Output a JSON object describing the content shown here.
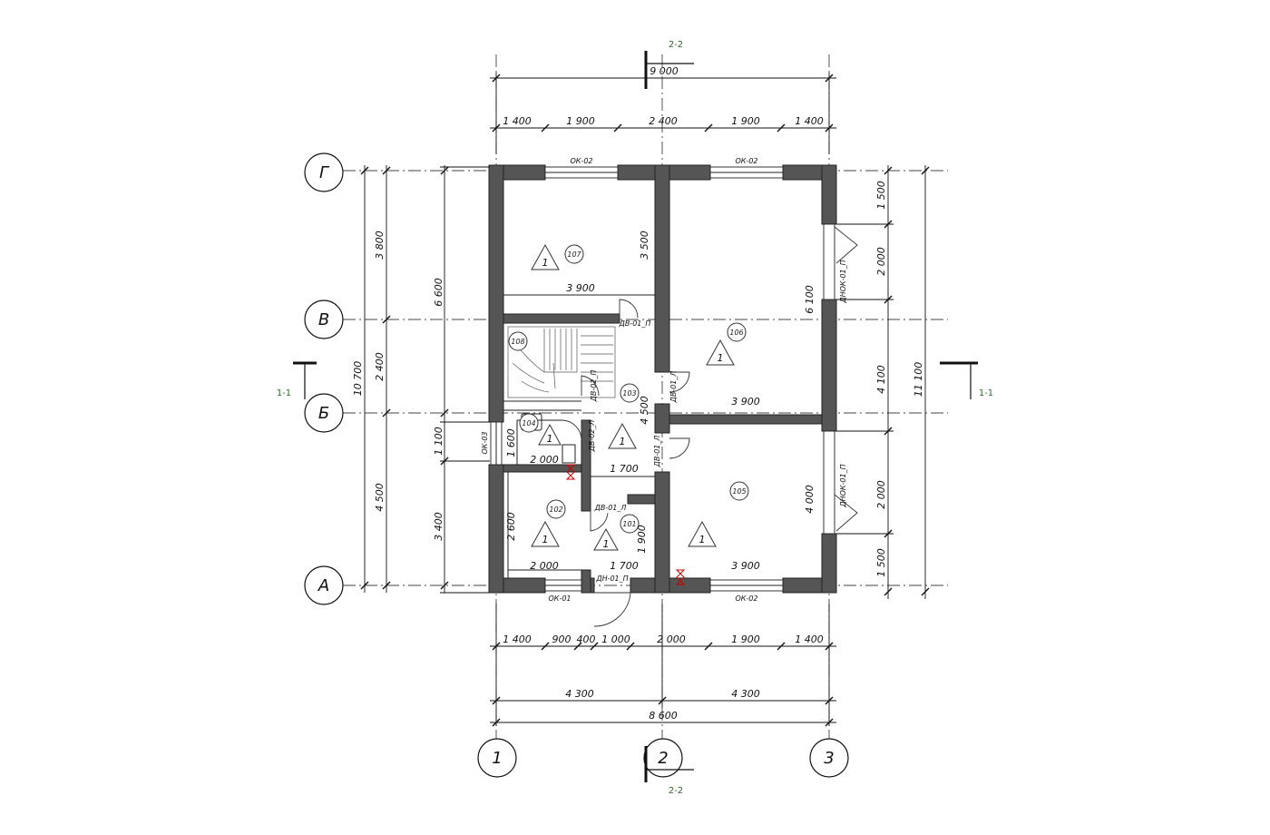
{
  "axes": {
    "rows": [
      "Г",
      "В",
      "Б",
      "А"
    ],
    "cols": [
      "1",
      "2",
      "3"
    ]
  },
  "sections": {
    "s11_left": "1-1",
    "s11_right": "1-1",
    "s22_top": "2-2",
    "s22_bottom": "2-2"
  },
  "dimensions": {
    "top_total": "9 000",
    "top_segments": [
      "1 400",
      "1 900",
      "2 400",
      "1 900",
      "1 400"
    ],
    "bottom_segments": [
      "1 400",
      "900",
      "400",
      "1 000",
      "2 000",
      "1 900",
      "1 400"
    ],
    "bottom_halves": [
      "4 300",
      "4 300"
    ],
    "bottom_total": "8 600",
    "left_total": "10 700",
    "left_mid": [
      "6 600",
      "4 500"
    ],
    "left_inner": [
      "3 800",
      "2 400",
      "1 100",
      "3 400"
    ],
    "right_total": "11 100",
    "right_mid": [
      "4 100"
    ],
    "right_inner": [
      "1 500",
      "2 000",
      "2 000",
      "1 500"
    ],
    "interior": {
      "d3900_a": "3 900",
      "d3500": "3 500",
      "d6100": "6 100",
      "d3900_b": "3 900",
      "d4500": "4 500",
      "d1600": "1 600",
      "d2000_a": "2 000",
      "d1700_a": "1 700",
      "d2600": "2 600",
      "d1900": "1 900",
      "d4000": "4 000",
      "d2000_b": "2 000",
      "d1700_b": "1 700",
      "d3900_c": "3 900"
    }
  },
  "openings": {
    "ok02_top_left": "ОК-02",
    "ok02_top_right": "ОК-02",
    "ok02_bottom_right": "ОК-02",
    "ok01_bottom": "ОК-01",
    "ok03_left": "ОК-03",
    "dv01_top": "ДВ-01_П",
    "dv02_stair": "ДВ-02_П",
    "dv01_center": "ДВ-01_Л",
    "dv02_bath": "ДВ-02_Л",
    "dv01_right_low": "ДВ-01_Л",
    "dv01_a": "ДВ-01_Л",
    "dn01": "ДН-01_П",
    "dnok_upper": "ДНОК-01_П",
    "dnok_lower": "ДНОК-01_П"
  },
  "rooms": [
    "101",
    "102",
    "103",
    "104",
    "105",
    "106",
    "107",
    "108"
  ],
  "finish_marker": "1"
}
